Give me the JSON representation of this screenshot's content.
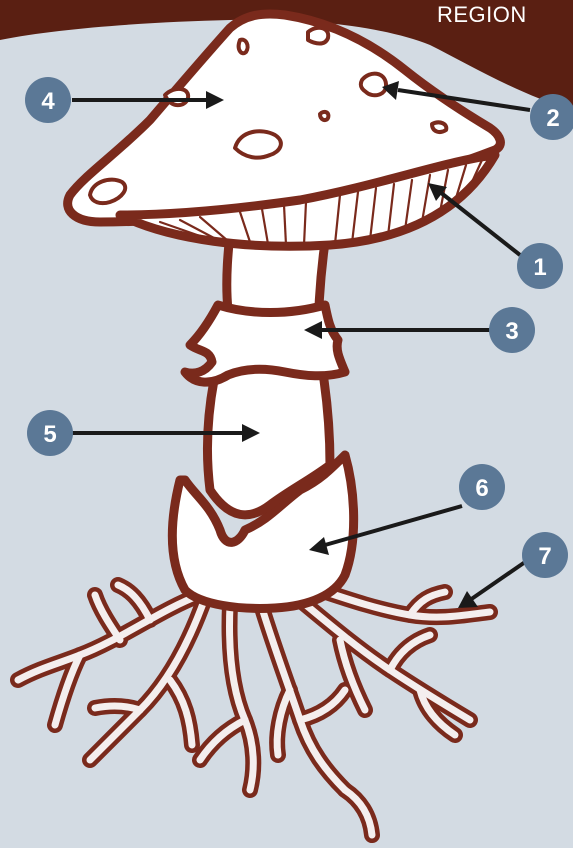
{
  "header": {
    "text": "REGION",
    "color": "#5a1f12"
  },
  "diagram": {
    "subject": "mushroom",
    "colors": {
      "background": "#d3dbe3",
      "outline": "#7a2a1c",
      "marker": "#5b7896",
      "arrow": "#1a1a1a"
    },
    "markers": [
      "1",
      "2",
      "3",
      "4",
      "5",
      "6",
      "7"
    ]
  }
}
